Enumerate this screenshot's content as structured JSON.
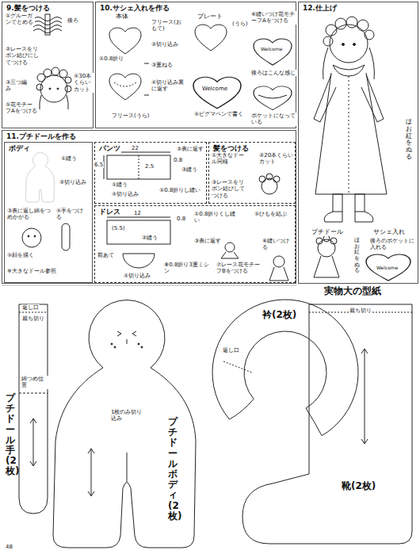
{
  "diagram": {
    "nodes": [
      {
        "text": [
          "9.髪をつける"
        ]
      },
      {
        "text": [
          "10.サシェ入れを作る"
        ]
      },
      {
        "text": [
          "11.プチドールを作る"
        ]
      },
      {
        "text": [
          "ボディ"
        ],
        "in": 2
      },
      {
        "text": [
          "パンツ"
        ],
        "in": 2
      },
      {
        "text": [
          "髪をつける"
        ],
        "in": 2
      },
      {
        "text": [
          "ドレス"
        ],
        "in": 2
      },
      {
        "text": [
          "12.仕上げ"
        ]
      },
      {
        "text": [
          "プチドール手(2枚)",
          "返し口",
          "裁ち切り",
          "綿つめ位置"
        ]
      },
      {
        "text": [
          "プチドールボディ(2枚)",
          "1枚のみ切り込み"
        ]
      },
      {
        "text": [
          "衿(2枚)",
          "返し口"
        ]
      },
      {
        "text": [
          "靴(2枚)",
          "裁ち切り"
        ]
      }
    ],
    "labels": [
      "①グルーガンでとめる",
      "後ろ",
      "②レースをリボン結びにしてつける",
      "③三つ編み",
      "④30本くらいカット",
      "⑤花モチーフAをつける",
      "本体",
      "フリース(おもて)",
      "②切り込み",
      "①0.8折り",
      "③重ねる",
      "④切り込み裏に返す",
      "フリース(うら)",
      "プレート",
      "(うら)",
      "Welcome",
      "⑤ピグマペンで書く",
      "⑥縫いつけ花モチーフAをつける",
      "Welcome",
      "後ろはこんな感じ",
      "ポケットになっている",
      "①縫う",
      "②切り込み",
      "③表に返し綿をつめかがる",
      "④手をつける",
      "⑤顔を描く",
      "※大きなドール参照",
      "22",
      "6.5",
      "2.5",
      "0.8",
      "①縫う",
      "④切り込み",
      "②表に返す",
      "③縫う",
      "⑤0.8折りし縫い",
      "①大きなドール同様",
      "②20本くらいカット",
      "③レースをリボン結びしてつける",
      "12",
      "0.8",
      "(5.5)",
      "②縫う",
      "①0.8折りくし縫い",
      "⑤ひもを結ぶ",
      "③表に返す",
      "⑥縫いつける",
      "前あて",
      "④切り込み",
      "⑧0.8折り3重ミシン",
      "⑦レース花モチーフBをつける",
      "ほお紅をぬる",
      "プチドール",
      "サシェ入れ",
      "後ろのポケットに入れる",
      "ほお紅をぬる",
      "Welcome",
      "実物大の型紙",
      "48"
    ]
  }
}
